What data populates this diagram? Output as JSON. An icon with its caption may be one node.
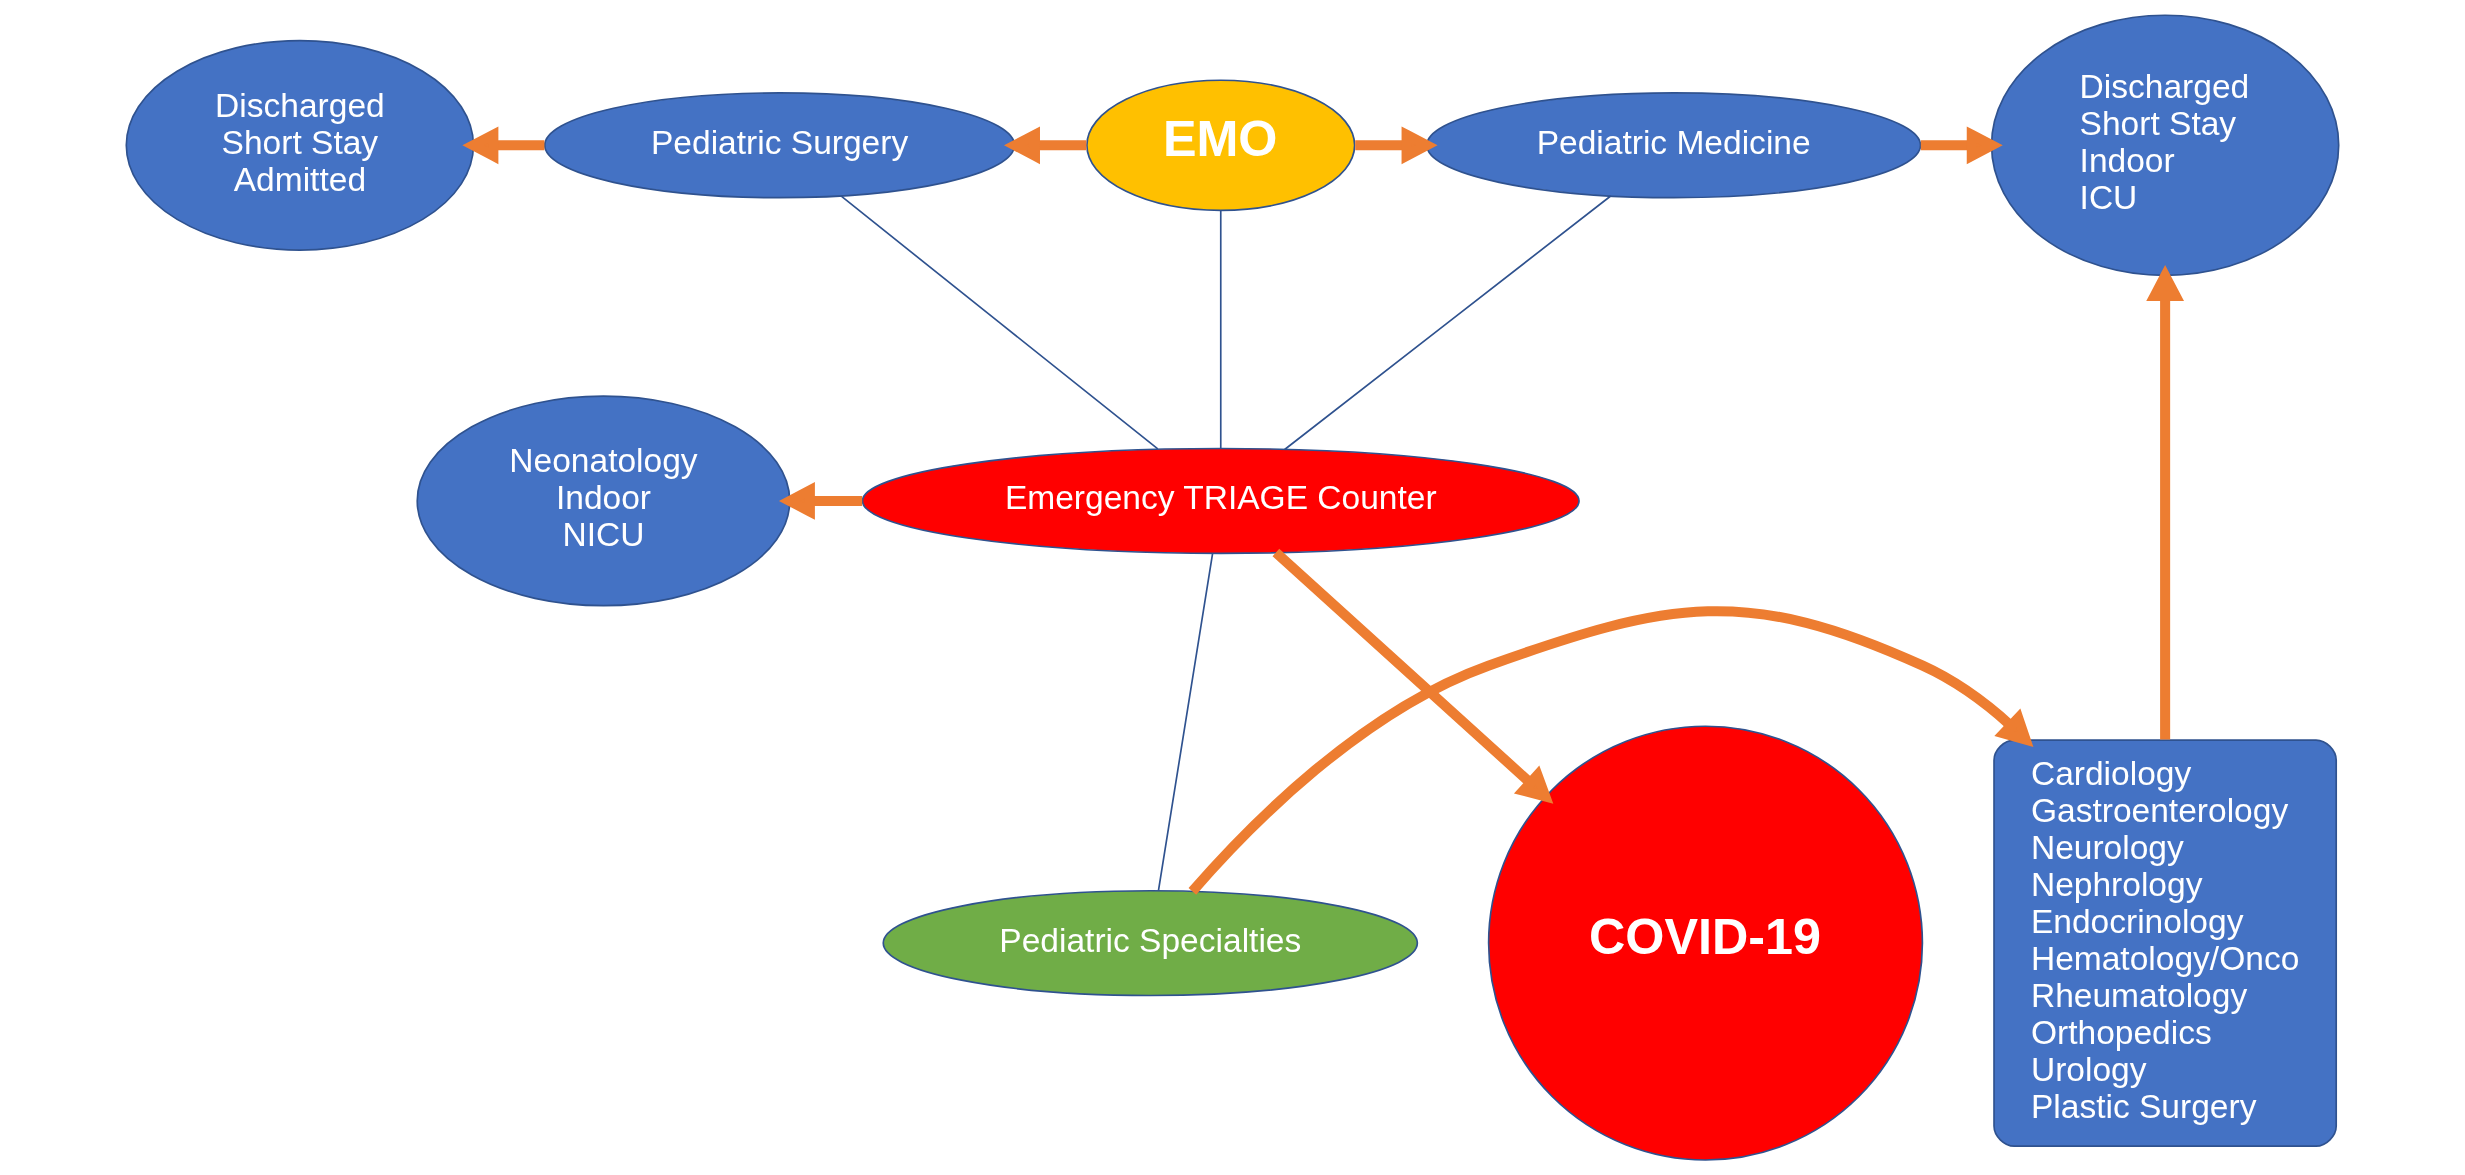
{
  "diagram": {
    "nodes": [
      {
        "text": [
          "Discharged",
          "Short Stay",
          "Admitted"
        ]
      },
      {
        "text": [
          "Pediatric Surgery"
        ]
      },
      {
        "text": [
          "EMO"
        ]
      },
      {
        "text": [
          "Pediatric Medicine"
        ]
      },
      {
        "text": [
          "Discharged",
          "Short Stay",
          "Indoor",
          "ICU"
        ]
      },
      {
        "text": [
          "Neonatology",
          "Indoor",
          "NICU"
        ]
      },
      {
        "text": [
          "Emergency TRIAGE Counter"
        ]
      },
      {
        "text": [
          "COVID-19"
        ]
      },
      {
        "text": [
          "Pediatric Specialties"
        ]
      },
      {
        "text": [
          "Cardiology",
          "Gastroenterology",
          "Neurology",
          "Nephrology",
          "Endocrinology",
          "Hematology/Onco",
          "Rheumatology",
          "Orthopedics",
          "Urology",
          "Plastic Surgery"
        ]
      }
    ],
    "edges": [
      {
        "from": 1,
        "to": 0,
        "arrow": "to"
      },
      {
        "from": 2,
        "to": 1,
        "arrow": "to"
      },
      {
        "from": 2,
        "to": 3,
        "arrow": "to"
      },
      {
        "from": 3,
        "to": 4,
        "arrow": "to"
      },
      {
        "from": 9,
        "to": 4,
        "arrow": "to"
      },
      {
        "from": 6,
        "to": 5,
        "arrow": "to"
      },
      {
        "from": 6,
        "to": 7,
        "arrow": "to"
      },
      {
        "from": 8,
        "to": 9,
        "arrow": "to"
      },
      {
        "from": 1,
        "to": 6,
        "arrow": "none",
        "color": "#2f528f"
      },
      {
        "from": 2,
        "to": 6,
        "arrow": "none",
        "color": "#2f528f"
      },
      {
        "from": 3,
        "to": 6,
        "arrow": "none",
        "color": "#2f528f"
      },
      {
        "from": 6,
        "to": 8,
        "arrow": "none",
        "color": "#2f528f"
      }
    ]
  }
}
